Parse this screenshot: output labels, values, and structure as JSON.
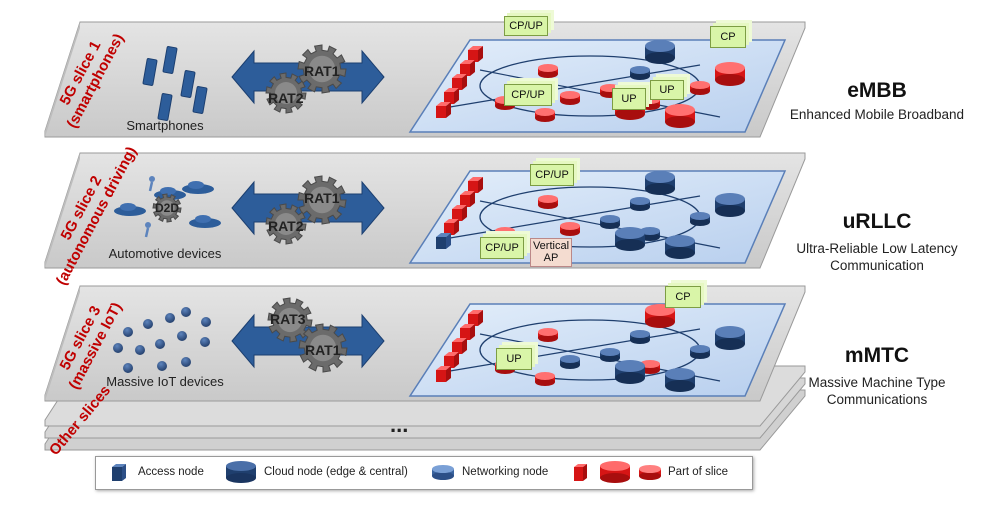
{
  "slices": [
    {
      "label_line1": "5G slice 1",
      "label_line2": "(smartphones)",
      "devices_caption": "Smartphones",
      "rat_front": "RAT1",
      "rat_back": "RAT2",
      "usecase": "eMBB",
      "usecase_desc": [
        "Enhanced Mobile Broadband"
      ]
    },
    {
      "label_line1": "5G slice 2",
      "label_line2": "(autonomous driving)",
      "devices_caption": "Automotive devices",
      "rat_front": "RAT1",
      "rat_back": "RAT2",
      "d2d_label": "D2D",
      "usecase": "uRLLC",
      "usecase_desc": [
        "Ultra-Reliable Low Latency",
        "Communication"
      ]
    },
    {
      "label_line1": "5G slice 3",
      "label_line2": "(massive IoT)",
      "devices_caption": "Massive IoT devices",
      "rat_front": "RAT3",
      "rat_back": "RAT1",
      "usecase": "mMTC",
      "usecase_desc": [
        "Massive Machine Type",
        "Communications"
      ]
    }
  ],
  "other_slices_label": "Other slices",
  "ellipsis": "...",
  "function_tags": {
    "slice1": [
      "CP/UP",
      "CP/UP",
      "CP",
      "UP",
      "UP"
    ],
    "slice2": [
      "CP/UP",
      "CP/UP",
      "Vertical AP"
    ],
    "slice3": [
      "CP",
      "UP"
    ]
  },
  "legend": {
    "access_node": "Access node",
    "cloud_node": "Cloud node (edge & central)",
    "networking_node": "Networking node",
    "part_of_slice": "Part of slice"
  },
  "colors": {
    "slice_label": "#c00000",
    "plane_fill": "#cfe0f5",
    "slab_fill": "#d9d9d9",
    "node_blue": "#1f3f6e",
    "node_red": "#d61515",
    "tag_fill": "#d9f5a8",
    "arrow_blue": "#2d5d9a",
    "gear_gray": "#6b6b6b"
  }
}
